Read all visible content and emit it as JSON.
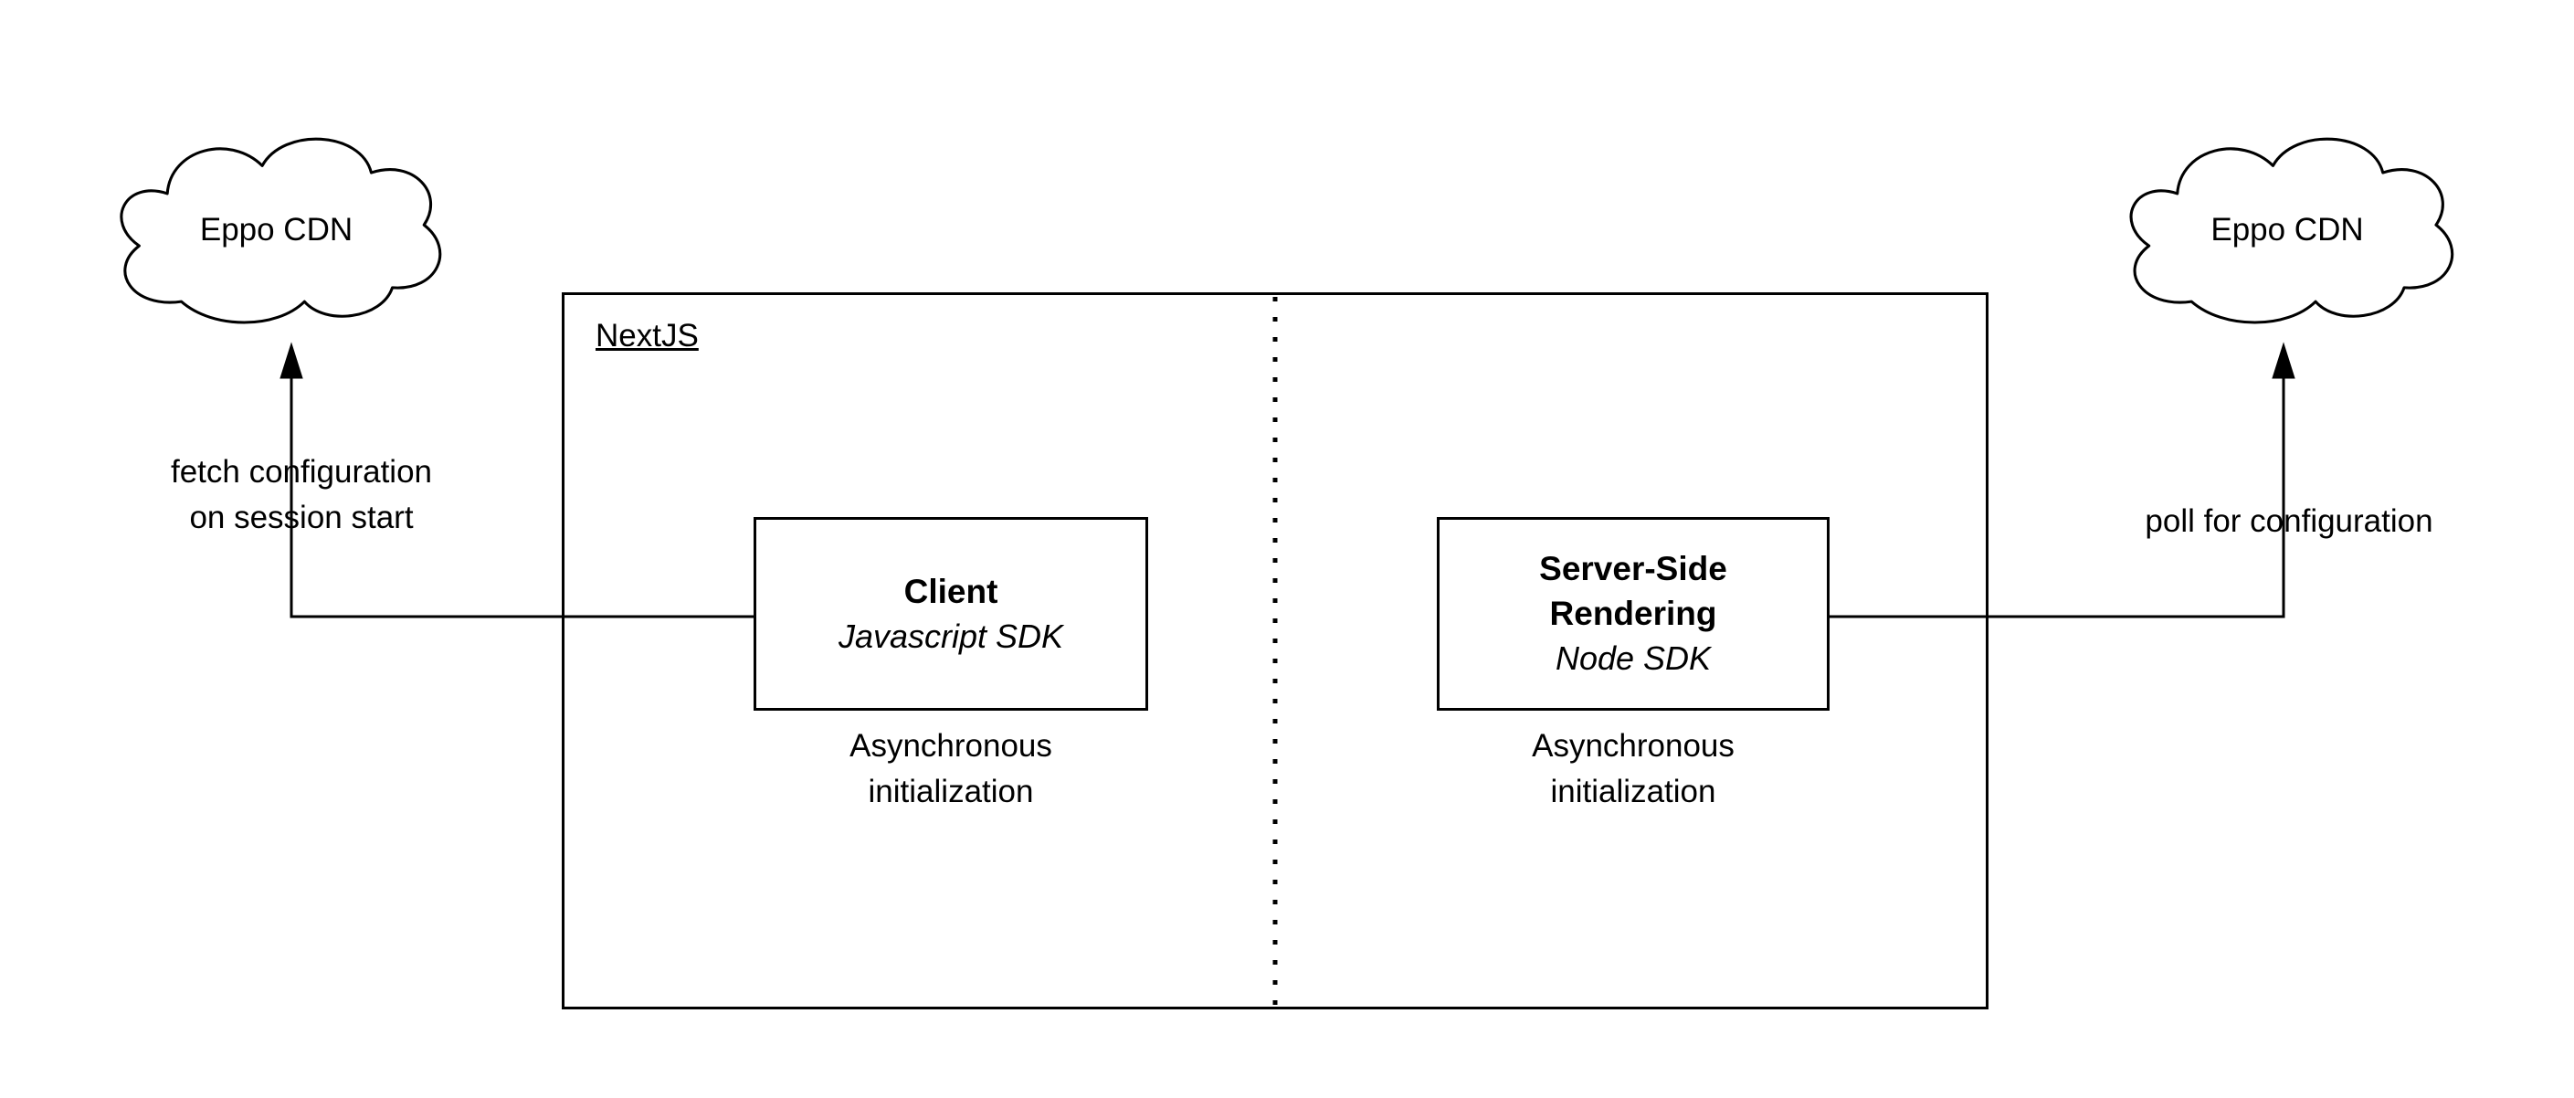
{
  "diagram": {
    "container_label": "NextJS",
    "left_cloud": {
      "label": "Eppo CDN"
    },
    "right_cloud": {
      "label": "Eppo CDN"
    },
    "client_box": {
      "title": "Client",
      "subtitle": "Javascript SDK",
      "caption": [
        "Asynchronous",
        "initialization"
      ]
    },
    "ssr_box": {
      "title": [
        "Server-Side",
        "Rendering"
      ],
      "subtitle": "Node SDK",
      "caption": [
        "Asynchronous",
        "initialization"
      ]
    },
    "left_arrow_label": [
      "fetch configuration",
      "on session start"
    ],
    "right_arrow_label": "poll for configuration",
    "colors": {
      "stroke": "#000000",
      "background": "#ffffff"
    }
  }
}
